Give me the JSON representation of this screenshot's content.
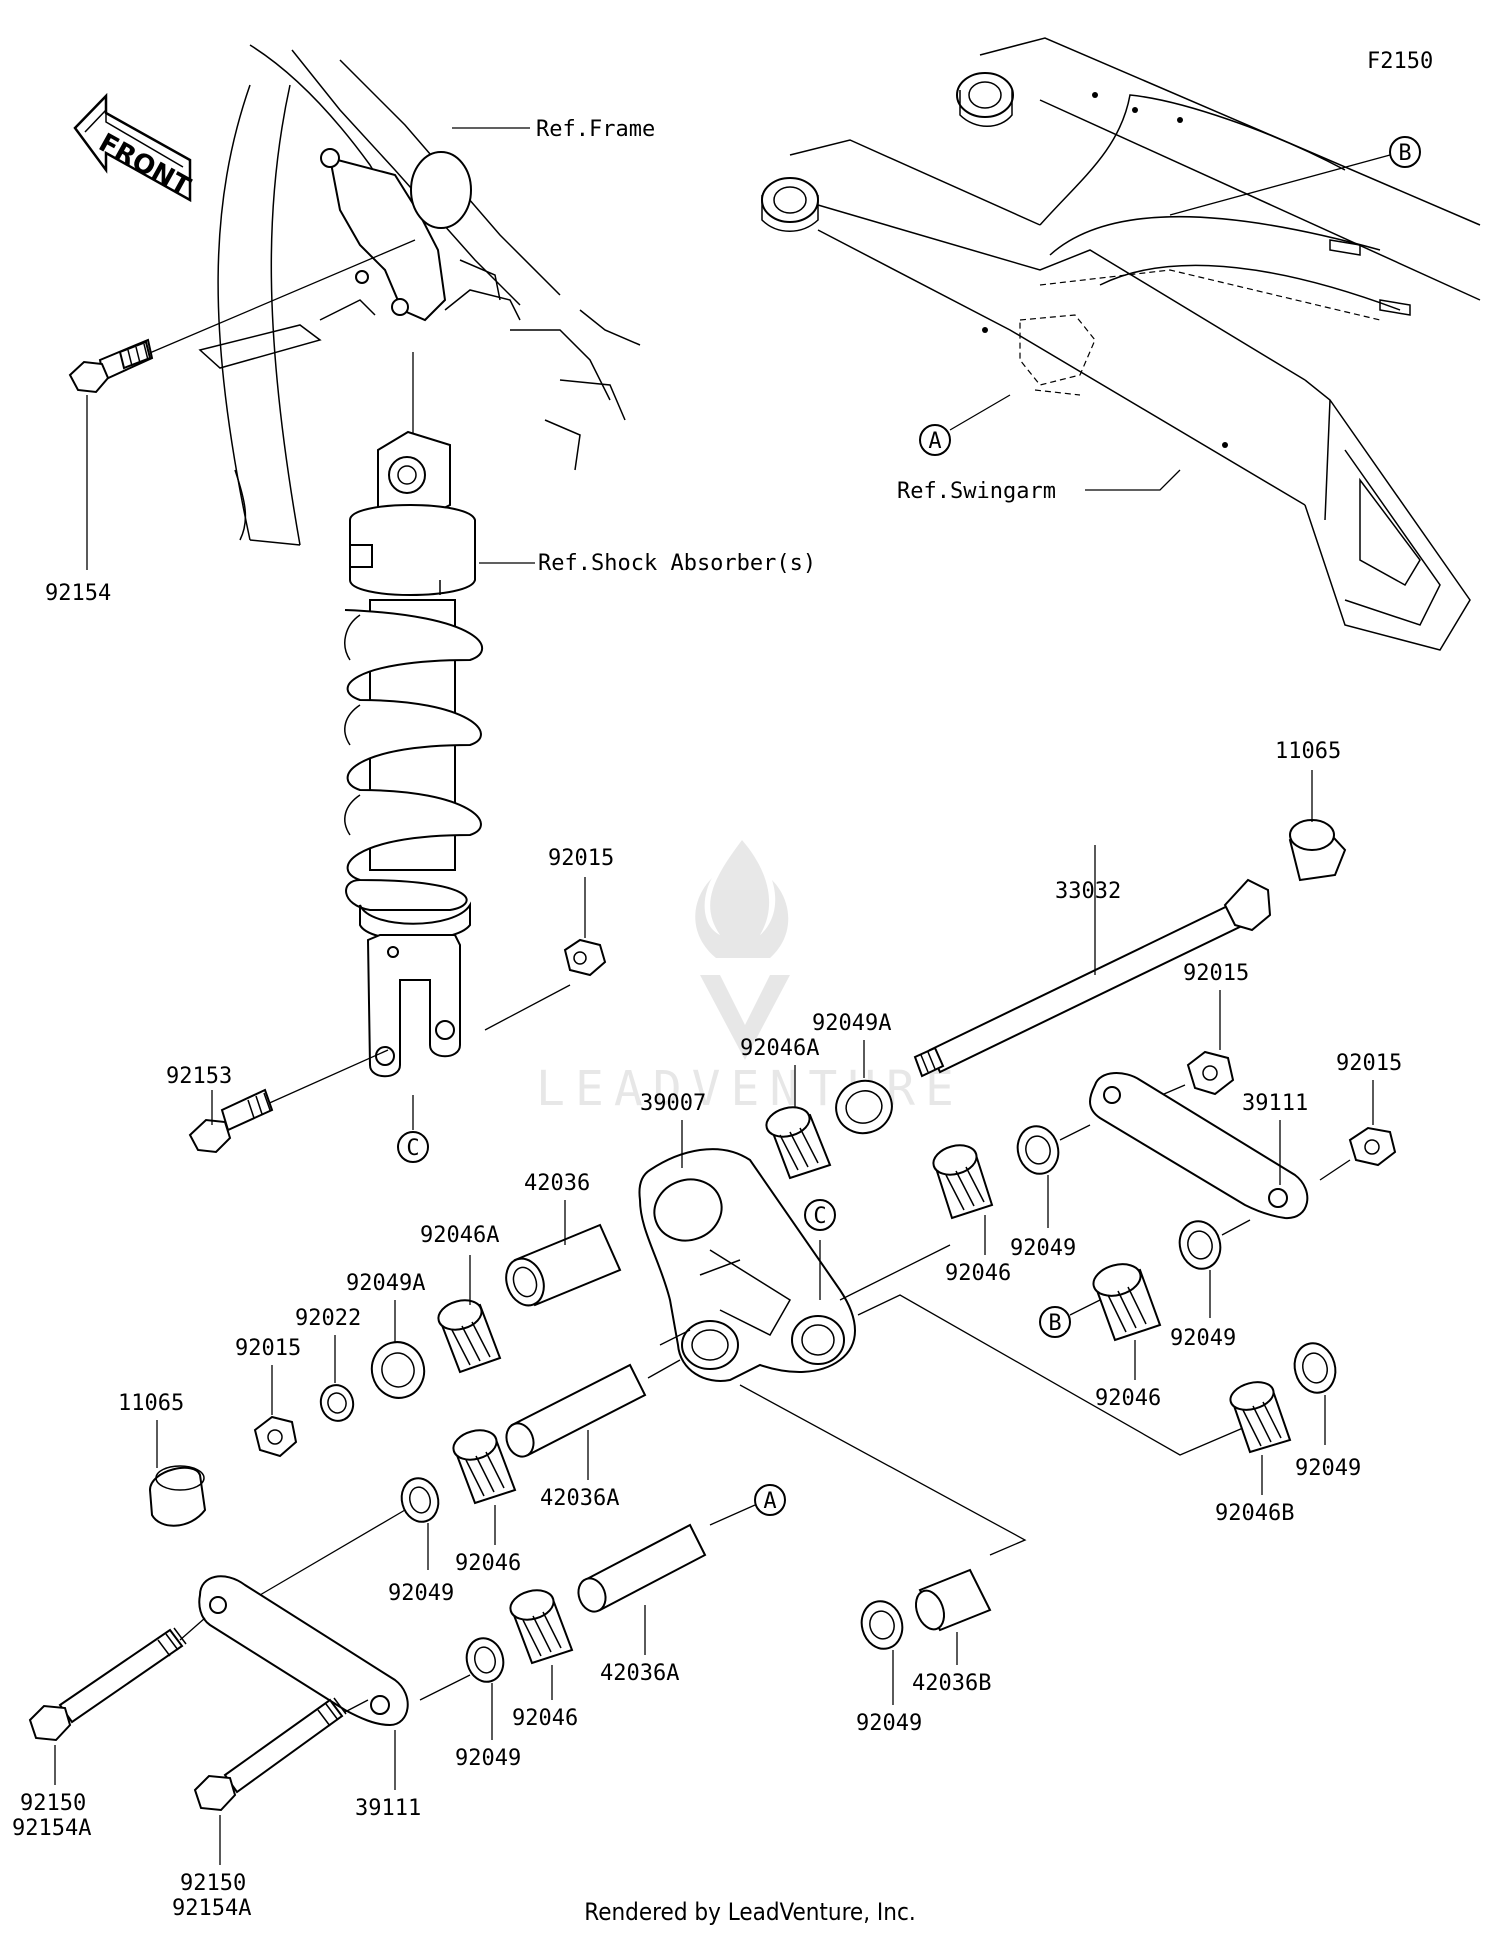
{
  "figure_code": "F2150",
  "front_label": "FRONT",
  "refs": {
    "frame": "Ref.Frame",
    "swingarm": "Ref.Swingarm",
    "shock": "Ref.Shock Absorber(s)"
  },
  "callouts": {
    "a": "A",
    "b": "B",
    "c": "C"
  },
  "watermark": "LEADVENTURE",
  "footer": "Rendered by LeadVenture, Inc.",
  "parts": {
    "p92154": "92154",
    "p92153": "92153",
    "p92015_shock": "92015",
    "p11065_top": "11065",
    "p33032": "33032",
    "p92015_mid": "92015",
    "p92015_right": "92015",
    "p39111_right": "39111",
    "p92049A_top": "92049A",
    "p92046A_top": "92046A",
    "p39007": "39007",
    "p42036": "42036",
    "p92046A_left": "92046A",
    "p92049A_left": "92049A",
    "p92022": "92022",
    "p92015_left": "92015",
    "p11065_left": "11065",
    "p92046_right": "92046",
    "p92049_right1": "92049",
    "p92049_right2": "92049",
    "p92046_rightB": "92046",
    "p92046B": "92046B",
    "p92049_farright": "92049",
    "p42036A_mid": "42036A",
    "p92046_mid": "92046",
    "p92049_mid": "92049",
    "p42036A_low": "42036A",
    "p92046_low": "92046",
    "p92049_low": "92049",
    "p92049_bottom": "92049",
    "p42036B": "42036B",
    "p39111_left": "39111",
    "p92150_a": "92150",
    "p92154A_a": "92154A",
    "p92150_b": "92150",
    "p92154A_b": "92154A"
  }
}
